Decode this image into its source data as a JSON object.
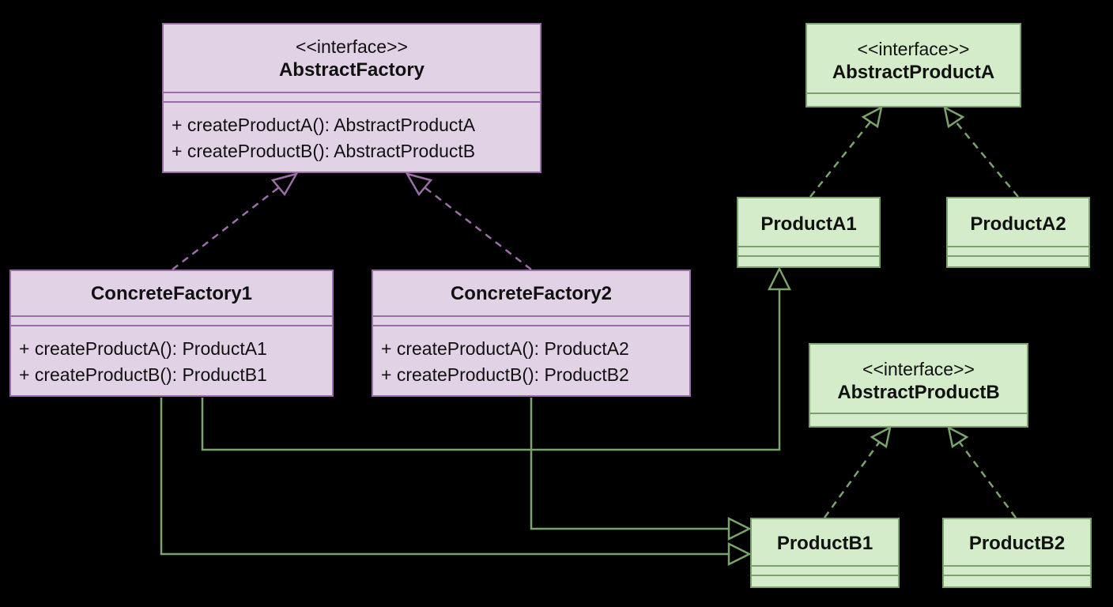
{
  "abstract_factory": {
    "stereotype": "<<interface>>",
    "name": "AbstractFactory",
    "ops": [
      "+ createProductA(): AbstractProductA",
      "+ createProductB(): AbstractProductB"
    ]
  },
  "concrete_factory_1": {
    "name": "ConcreteFactory1",
    "ops": [
      "+ createProductA(): ProductA1",
      "+ createProductB(): ProductB1"
    ]
  },
  "concrete_factory_2": {
    "name": "ConcreteFactory2",
    "ops": [
      "+ createProductA(): ProductA2",
      "+ createProductB(): ProductB2"
    ]
  },
  "abstract_product_a": {
    "stereotype": "<<interface>>",
    "name": "AbstractProductA"
  },
  "abstract_product_b": {
    "stereotype": "<<interface>>",
    "name": "AbstractProductB"
  },
  "product_a1": {
    "name": "ProductA1"
  },
  "product_a2": {
    "name": "ProductA2"
  },
  "product_b1": {
    "name": "ProductB1"
  },
  "product_b2": {
    "name": "ProductB2"
  },
  "colors": {
    "factory_fill": "#e2d2e6",
    "factory_border": "#9a6ea6",
    "product_fill": "#d4ecc9",
    "product_border": "#7aa46c",
    "background": "#000000"
  }
}
